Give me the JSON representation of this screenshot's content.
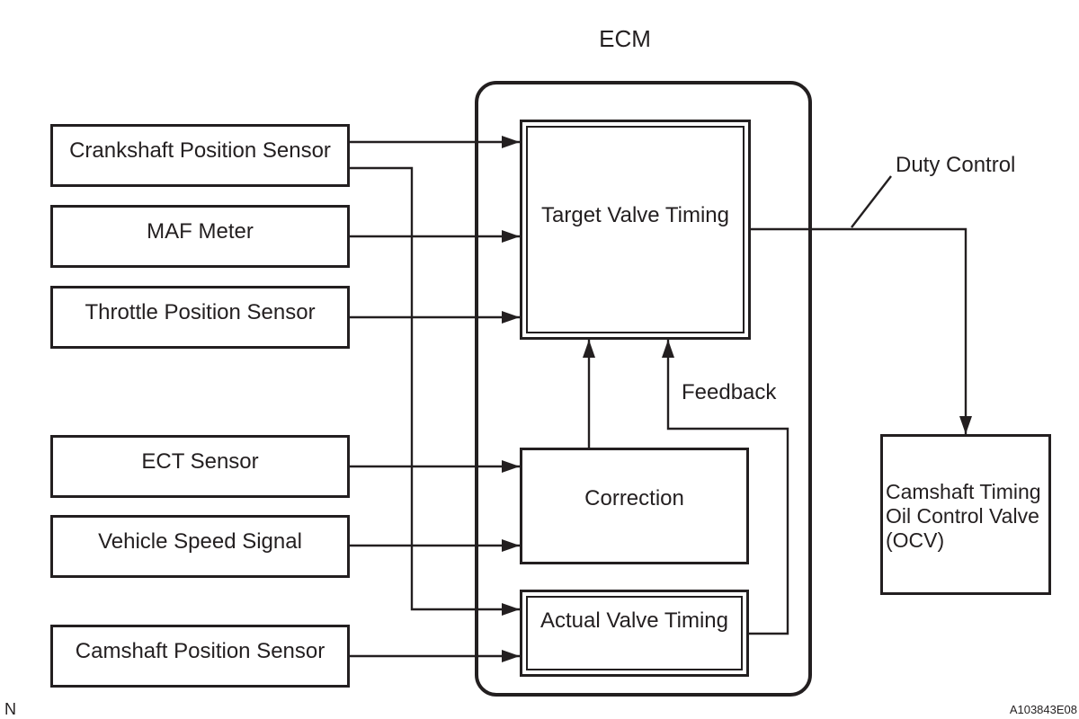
{
  "diagram": {
    "title": "ECM",
    "corner_mark": "N",
    "figure_code": "A103843E08",
    "colors": {
      "line": "#231f20",
      "background": "#ffffff"
    },
    "input_boxes": [
      {
        "label": "Crankshaft Position Sensor"
      },
      {
        "label": "MAF Meter"
      },
      {
        "label": "Throttle Position Sensor"
      },
      {
        "label": "ECT Sensor"
      },
      {
        "label": "Vehicle Speed Signal"
      },
      {
        "label": "Camshaft Position Sensor"
      }
    ],
    "ecm": {
      "target_block": "Target Valve Timing",
      "correction_block": "Correction",
      "actual_block": "Actual Valve Timing"
    },
    "output_box": {
      "lines": [
        "Camshaft Timing",
        "Oil Control Valve",
        "(OCV)"
      ]
    },
    "labels": {
      "duty_control": "Duty Control",
      "feedback": "Feedback"
    }
  }
}
